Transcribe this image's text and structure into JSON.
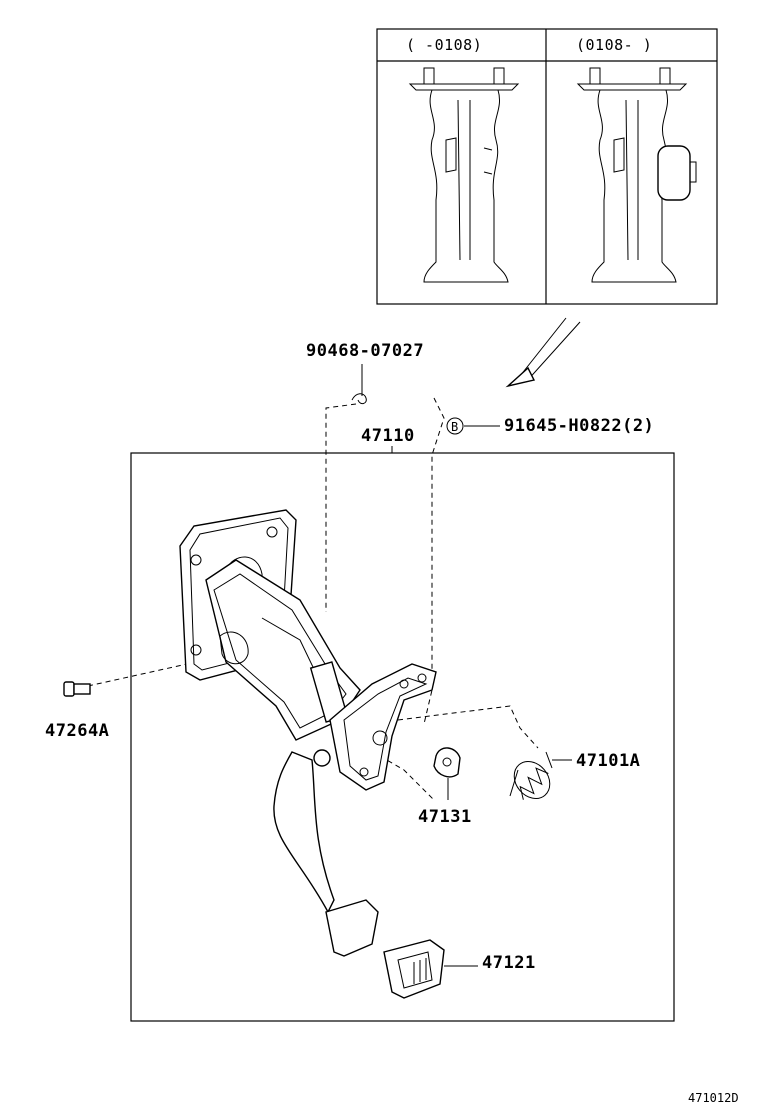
{
  "inset": {
    "left_header": "(     -0108)",
    "right_header": "(0108-     )"
  },
  "labels": {
    "p90468": "90468-07027",
    "p91645": "91645-H0822(2)",
    "p91645_marker": "B",
    "p47110": "47110",
    "p47264A": "47264A",
    "p47101A": "47101A",
    "p47131": "47131",
    "p47121": "47121"
  },
  "footer": {
    "code": "471012D"
  }
}
